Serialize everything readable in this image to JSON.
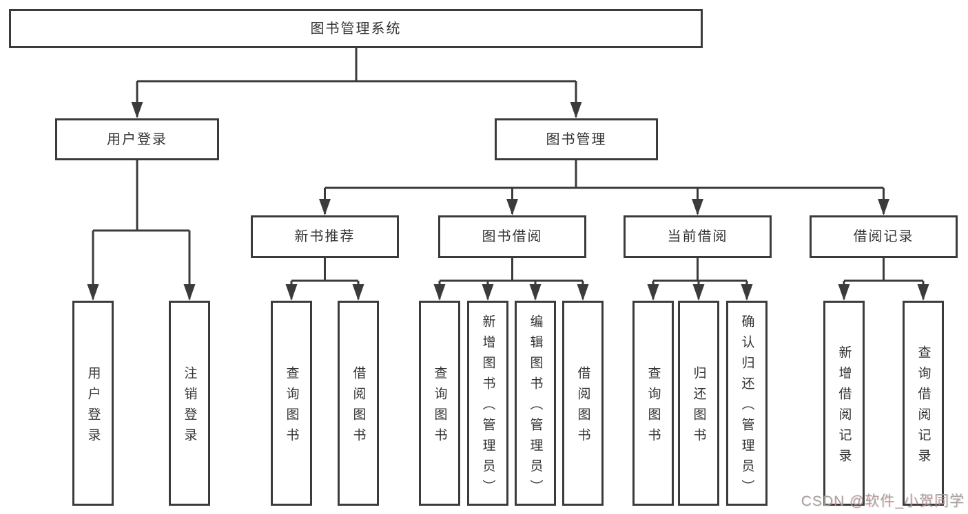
{
  "colors": {
    "line": "#3b3b3b",
    "box_border": "#3b3b3b",
    "text": "#333333",
    "background": "#ffffff",
    "watermark_gray": "#9e9e9e"
  },
  "tree": {
    "label": "图书管理系统",
    "children": [
      {
        "label": "用户登录",
        "children": [
          {
            "label": "用户登录"
          },
          {
            "label": "注销登录"
          }
        ]
      },
      {
        "label": "图书管理",
        "children": [
          {
            "label": "新书推荐",
            "children": [
              {
                "label": "查询图书"
              },
              {
                "label": "借阅图书"
              }
            ]
          },
          {
            "label": "图书借阅",
            "children": [
              {
                "label": "查询图书"
              },
              {
                "label": "新增图书（管理员）"
              },
              {
                "label": "编辑图书（管理员）"
              },
              {
                "label": "借阅图书"
              }
            ]
          },
          {
            "label": "当前借阅",
            "children": [
              {
                "label": "查询图书"
              },
              {
                "label": "归还图书"
              },
              {
                "label": "确认归还（管理员）"
              }
            ]
          },
          {
            "label": "借阅记录",
            "children": [
              {
                "label": "新增借阅记录"
              },
              {
                "label": "查询借阅记录"
              }
            ]
          }
        ]
      }
    ]
  },
  "watermark": "CSDN @软件_小贺同学"
}
